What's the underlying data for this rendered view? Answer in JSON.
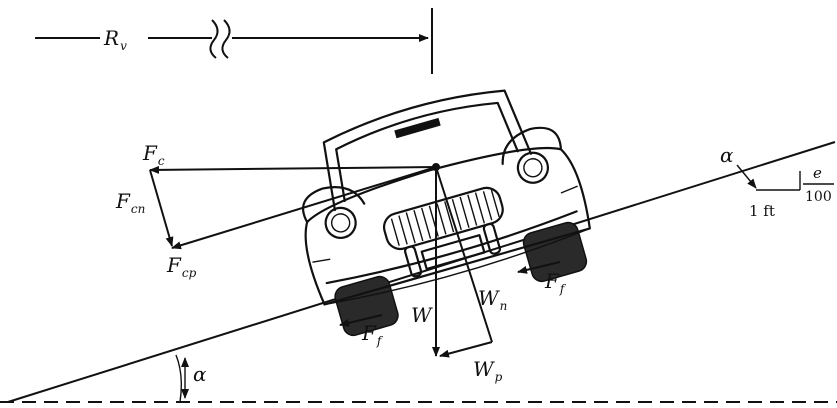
{
  "labels": {
    "radius_main": "R",
    "radius_sub": "v",
    "fc_main": "F",
    "fc_sub": "c",
    "fcn_main": "F",
    "fcn_sub": "cn",
    "fcp_main": "F",
    "fcp_sub": "cp",
    "ff_main": "F",
    "ff_sub": "f",
    "w": "W",
    "wn_main": "W",
    "wn_sub": "n",
    "wp_main": "W",
    "wp_sub": "p",
    "alpha": "α",
    "run": "1 ft",
    "rise_num": "e",
    "rise_den": "100"
  }
}
